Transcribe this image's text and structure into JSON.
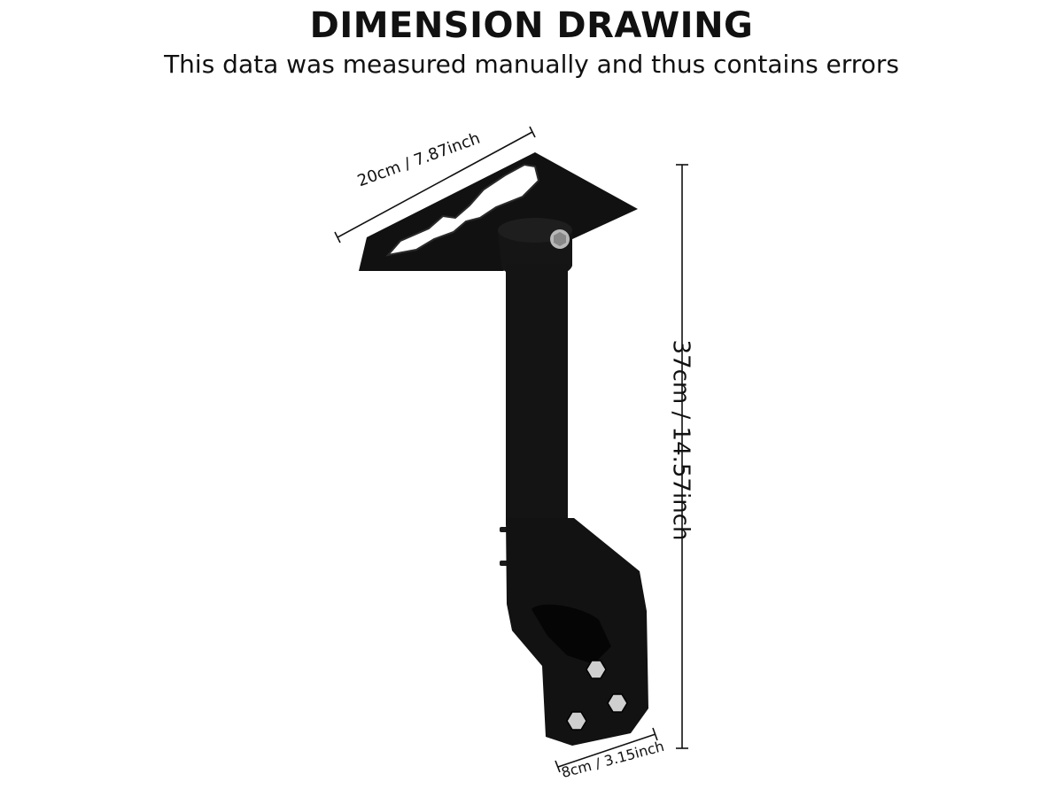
{
  "header": {
    "title": "DIMENSION DRAWING",
    "subtitle": "This data was measured manually and thus contains errors"
  },
  "dimensions": {
    "width_label": "20cm / 7.87inch",
    "height_label": "37cm / 14.57inch",
    "bottom_label": "8cm / 3.15inch"
  },
  "colors": {
    "product": "#111111",
    "hardware": "#b8b8b8",
    "line": "#111111"
  }
}
